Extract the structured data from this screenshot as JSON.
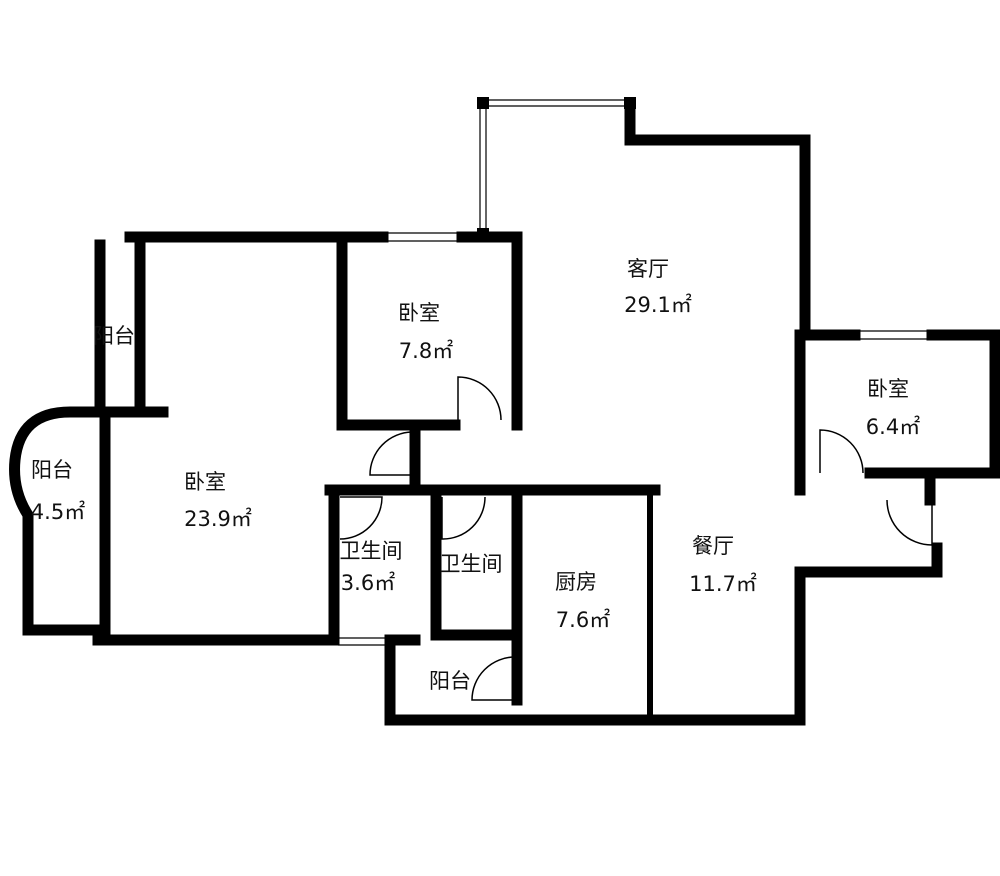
{
  "plan": {
    "rooms": {
      "living": {
        "name": "客厅",
        "area": "29.1㎡"
      },
      "bedroom_small": {
        "name": "卧室",
        "area": "7.8㎡"
      },
      "bedroom_master": {
        "name": "卧室",
        "area": "23.9㎡"
      },
      "bedroom_right": {
        "name": "卧室",
        "area": "6.4㎡"
      },
      "balcony_strip": {
        "name": "阳台"
      },
      "balcony_round": {
        "name": "阳台",
        "area": "4.5㎡"
      },
      "bathroom_1": {
        "name": "卫生间",
        "area": "3.6㎡"
      },
      "bathroom_2": {
        "name": "卫生间"
      },
      "kitchen": {
        "name": "厨房",
        "area": "7.6㎡"
      },
      "dining": {
        "name": "餐厅",
        "area": "11.7㎡"
      },
      "balcony_small": {
        "name": "阳台"
      }
    },
    "colors": {
      "wall": "#000000",
      "background": "#ffffff"
    }
  }
}
